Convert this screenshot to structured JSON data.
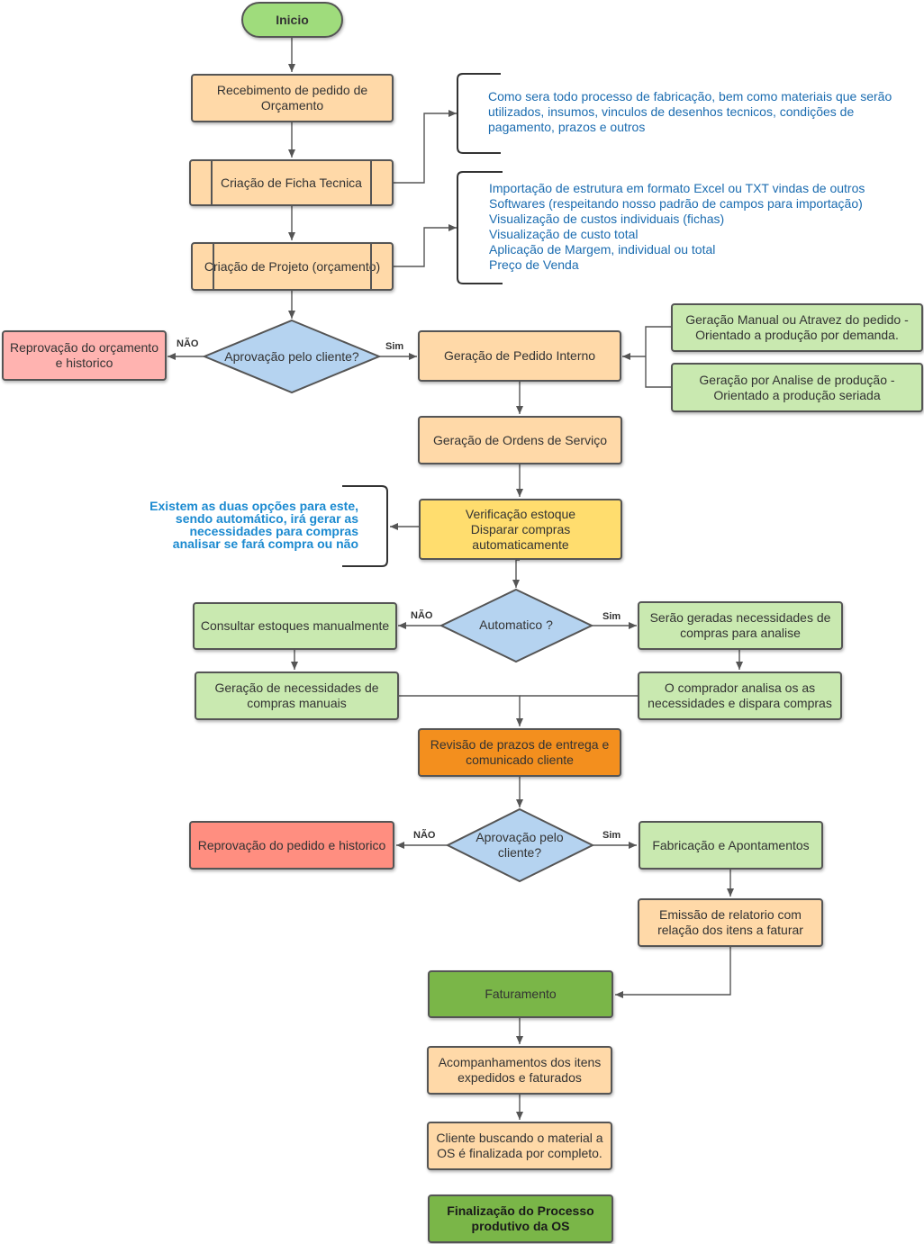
{
  "start": "Inicio",
  "nodes": {
    "recebimento": "Recebimento de pedido de Orçamento",
    "ficha": "Criação de Ficha Tecnica",
    "projeto": "Criação de Projeto (orçamento)",
    "aprovacao1": "Aprovação pelo cliente?",
    "reprovacao_orcamento": "Reprovação do orçamento e historico",
    "pedido_interno": "Geração de Pedido Interno",
    "manual_pedido": "Geração Manual ou Atravez do pedido - Orientado a produção por demanda.",
    "analise_producao": "Geração por Analise de produção - Orientado a produção seriada",
    "ordens_servico": "Geração de Ordens de Serviço",
    "verificacao": "Verificação estoque\nDisparar compras automaticamente",
    "automatico": "Automatico ?",
    "consultar": "Consultar estoques manualmente",
    "necessidades_manuais": "Geração de necessidades de compras manuais",
    "necessidades_analise": "Serão geradas necessidades de compras para analise",
    "comprador": "O comprador analisa os as necessidades e dispara compras",
    "revisao": "Revisão de prazos de entrega e comunicado cliente",
    "aprovacao2": "Aprovação pelo cliente?",
    "reprovacao_pedido": "Reprovação do pedido e historico",
    "fabricacao": "Fabricação e Apontamentos",
    "emissao": "Emissão de relatorio com relação dos itens a faturar",
    "faturamento": "Faturamento",
    "acompanhamentos": "Acompanhamentos dos itens expedidos e faturados",
    "cliente_busca": "Cliente buscando o material a OS é finalizada por completo.",
    "finalizacao": "Finalização do Processo produtivo da OS"
  },
  "edge_labels": {
    "nao1": "NÃO",
    "sim1": "Sim",
    "nao2": "NÃO",
    "sim2": "Sim",
    "nao3": "NÃO",
    "sim3": "Sim"
  },
  "notes": {
    "ficha_note": "Como sera todo processo de fabricação, bem como materiais que serão\nutilizados, insumos, vinculos de desenhos tecnicos, condições de\npagamento, prazos e outros",
    "projeto_note": "Importação de estrutura em formato Excel ou TXT vindas de outros\nSoftwares (respeitando nosso padrão de campos para importação)\nVisualização de custos individuais (fichas)\nVisualização de custo total\nAplicação de Margem, individual ou total\nPreço de Venda",
    "estoque_note": "Existem as duas opções para este,\nsendo automático, irá gerar as\nnecessidades para compras\nanalisar se fará compra ou não"
  },
  "colors": {
    "start": "#9fdc7c",
    "peach": "#ffd9a8",
    "light_green": "#c9e9b0",
    "light_red": "#ffb3b0",
    "red": "#ff8e80",
    "yellow": "#ffdd6e",
    "orange": "#f38f1e",
    "dark_green": "#7ab648",
    "decision": "#b5d3f0",
    "note_text": "#1b6cb0"
  }
}
